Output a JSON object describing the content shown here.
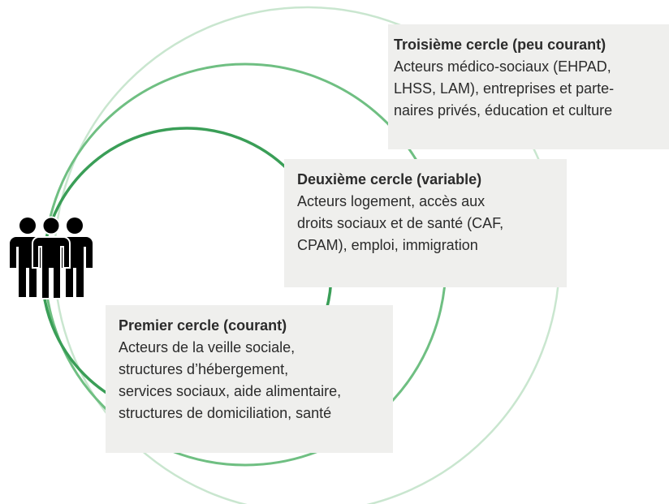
{
  "colors": {
    "circle_outer": "#c9e6cf",
    "circle_middle": "#6fbf82",
    "circle_inner": "#3a9e57",
    "box_bg": "#efefed",
    "people_icon": "#000000"
  },
  "icons": {
    "people": "group-of-people-icon"
  },
  "circles": [
    {
      "name": "Premier cercle (courant)",
      "title": "Premier cercle (courant)",
      "description": "Acteurs de la veille sociale,\nstructures d’hébergement,\nservices sociaux, aide alimentaire,\nstructures de domiciliation, santé"
    },
    {
      "name": "Deuxième cercle (variable)",
      "title": "Deuxième cercle (variable)",
      "description": "Acteurs logement, accès aux\ndroits sociaux et de santé (CAF,\nCPAM), emploi, immigration"
    },
    {
      "name": "Troisième cercle (peu courant)",
      "title": "Troisième cercle (peu courant)",
      "description": "Acteurs médico-sociaux (EHPAD,\nLHSS, LAM), entreprises et parte-\nnaires privés, éducation et culture"
    }
  ]
}
